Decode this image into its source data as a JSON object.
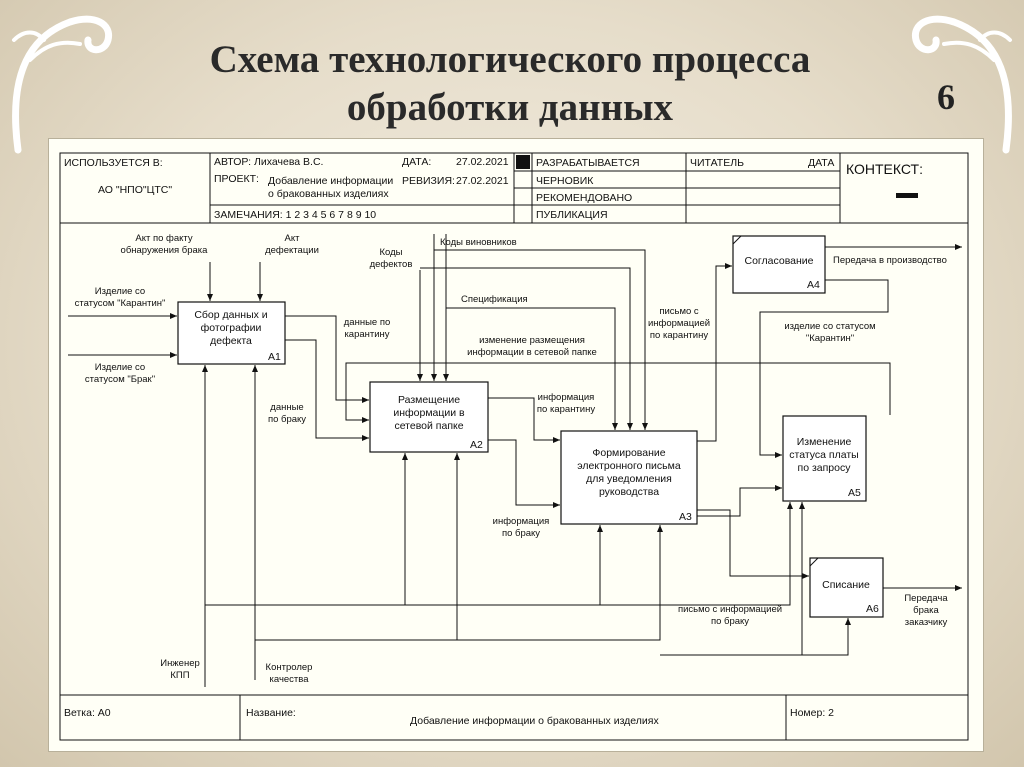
{
  "slide": {
    "title_line1": "Схема технологического процесса",
    "title_line2": "обработки данных",
    "number": "6"
  },
  "header": {
    "used_in_label": "ИСПОЛЬЗУЕТСЯ В:",
    "used_in_value": "АО \"НПО\"ЦТС\"",
    "author": "АВТОР: Лихачева В.С.",
    "project_label": "ПРОЕКТ:",
    "project_line1": "Добавление информации",
    "project_line2": "о бракованных изделиях",
    "notes": "ЗАМЕЧАНИЯ:  1 2 3 4 5 6 7 8 9 10",
    "date_label": "ДАТА:",
    "date_value": "27.02.2021",
    "revision_label": "РЕВИЗИЯ:",
    "revision_value": "27.02.2021",
    "status": [
      "РАЗРАБАТЫВАЕТСЯ",
      "ЧЕРНОВИК",
      "РЕКОМЕНДОВАНО",
      "ПУБЛИКАЦИЯ"
    ],
    "reader": "ЧИТАТЕЛЬ",
    "reader_date": "ДАТА",
    "context": "КОНТЕКСТ:"
  },
  "boxes": {
    "a1": {
      "lines": [
        "Сбор данных и",
        "фотографии",
        "дефекта"
      ],
      "id": "A1"
    },
    "a2": {
      "lines": [
        "Размещение",
        "информации в",
        "сетевой папке"
      ],
      "id": "A2"
    },
    "a3": {
      "lines": [
        "Формирование",
        "электронного письма",
        "для уведомления",
        "руководства"
      ],
      "id": "A3"
    },
    "a4": {
      "lines": [
        "Согласование"
      ],
      "id": "A4"
    },
    "a5": {
      "lines": [
        "Изменение",
        "статуса платы",
        "по запросу"
      ],
      "id": "A5"
    },
    "a6": {
      "lines": [
        "Списание"
      ],
      "id": "A6"
    }
  },
  "labels": {
    "act_fact": [
      "Акт по факту",
      "обнаружения брака"
    ],
    "act_defect": [
      "Акт",
      "дефектации"
    ],
    "codes_defects": [
      "Коды",
      "дефектов"
    ],
    "codes_culprits": "Коды виновников",
    "specification": "Спецификация",
    "in_quarantine": [
      "Изделие со",
      "статусом \"Карантин\""
    ],
    "in_defect": [
      "Изделие со",
      "статусом \"Брак\""
    ],
    "data_quarantine": [
      "данные по",
      "карантину"
    ],
    "data_defect": [
      "данные",
      "по браку"
    ],
    "change_placement": [
      "изменение размещения",
      "информации в сетевой папке"
    ],
    "info_quarantine": [
      "информация",
      "по карантину"
    ],
    "info_defect": [
      "информация",
      "по браку"
    ],
    "letter_quarantine": [
      "письмо с",
      "информацией",
      "по карантину"
    ],
    "transfer_production": "Передача в производство",
    "out_quarantine": [
      "изделие со статусом",
      "\"Карантин\""
    ],
    "letter_defect": [
      "письмо с информацией",
      "по браку"
    ],
    "transfer_customer": [
      "Передача",
      "брака",
      "заказчику"
    ],
    "engineer": [
      "Инженер",
      "КПП"
    ],
    "controller": [
      "Контролер",
      "качества"
    ]
  },
  "footer": {
    "node": "Ветка: А0",
    "name_label": "Название:",
    "name_value": "Добавление информации о бракованных изделиях",
    "number": "Номер: 2"
  }
}
